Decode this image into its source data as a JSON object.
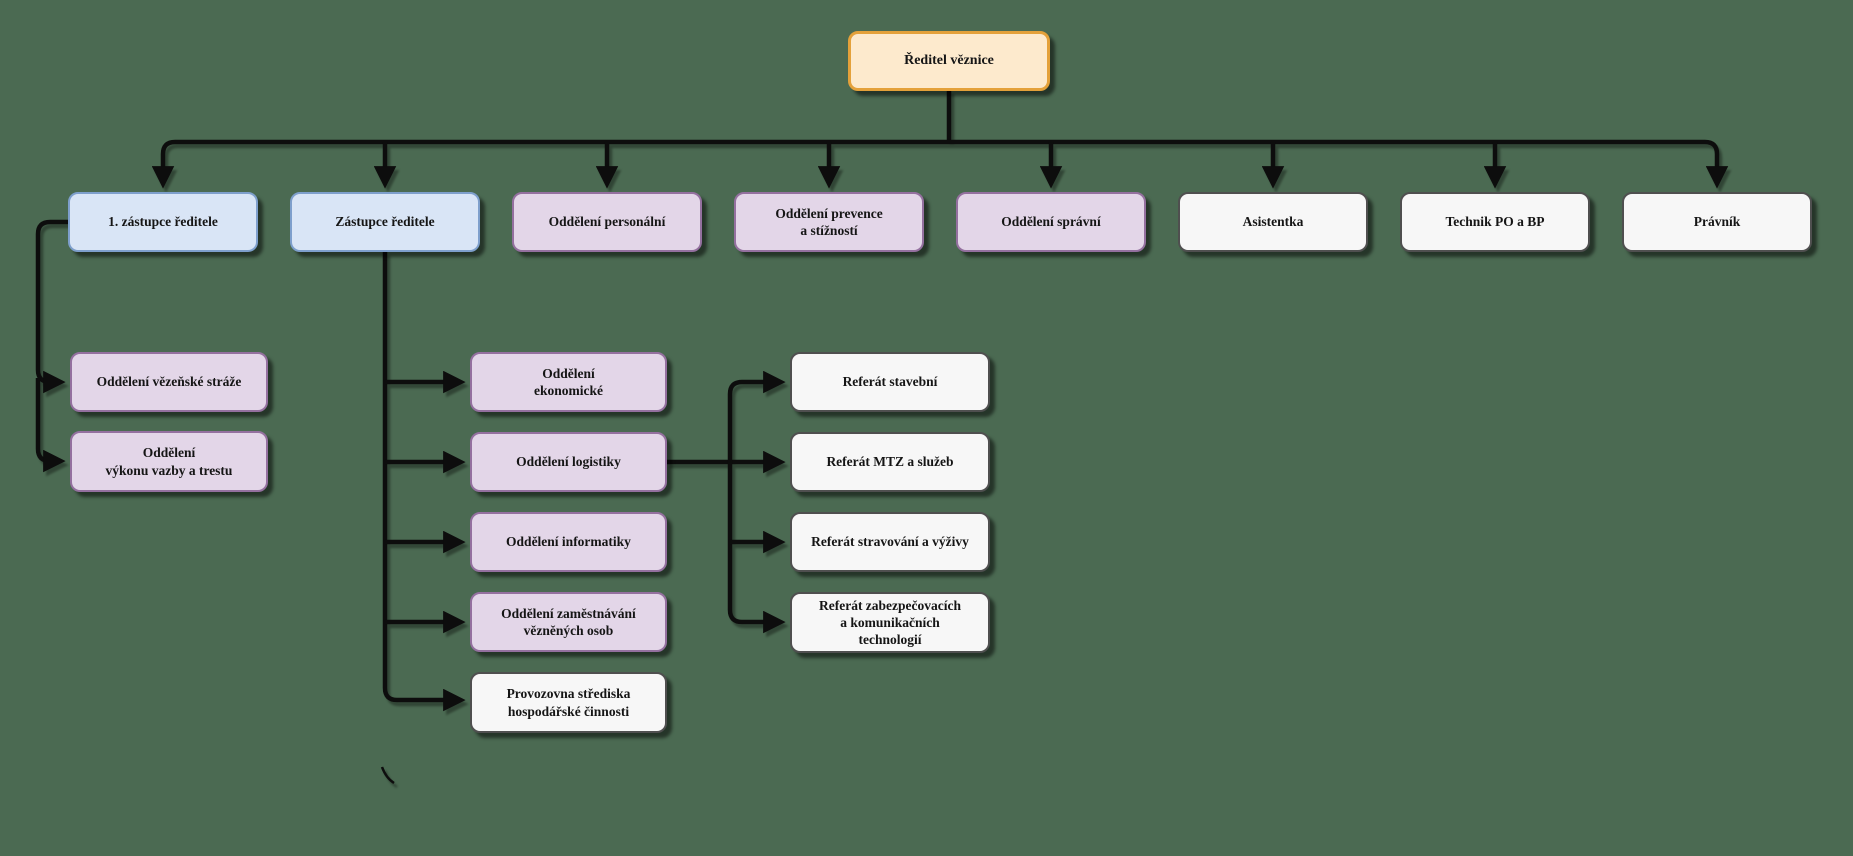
{
  "org_chart": {
    "root": {
      "label": "Ředitel věznice",
      "style": "orange"
    },
    "level1": [
      {
        "label": "1. zástupce ředitele",
        "style": "blue"
      },
      {
        "label": "Zástupce ředitele",
        "style": "blue"
      },
      {
        "label": "Oddělení personální",
        "style": "purple"
      },
      {
        "label": "Oddělení prevence\na stížností",
        "style": "purple"
      },
      {
        "label": "Oddělení správní",
        "style": "purple"
      },
      {
        "label": "Asistentka",
        "style": "white"
      },
      {
        "label": "Technik PO a BP",
        "style": "white"
      },
      {
        "label": "Právník",
        "style": "white"
      }
    ],
    "first_deputy_children": [
      {
        "label": "Oddělení vězeňské stráže",
        "style": "purple"
      },
      {
        "label": "Oddělení\nvýkonu vazby a trestu",
        "style": "purple"
      }
    ],
    "deputy_children": [
      {
        "label": "Oddělení\nekonomické",
        "style": "purple"
      },
      {
        "label": "Oddělení logistiky",
        "style": "purple"
      },
      {
        "label": "Oddělení informatiky",
        "style": "purple"
      },
      {
        "label": "Oddělení zaměstnávání\nvězněných osob",
        "style": "purple"
      },
      {
        "label": "Provozovna střediska\nhospodářské činnosti",
        "style": "white"
      }
    ],
    "logistics_children": [
      {
        "label": "Referát stavební",
        "style": "white"
      },
      {
        "label": "Referát MTZ a služeb",
        "style": "white"
      },
      {
        "label": "Referát stravování a výživy",
        "style": "white"
      },
      {
        "label": "Referát zabezpečovacích\na komunikačních\ntechnologií",
        "style": "white"
      }
    ]
  },
  "colors": {
    "background": "#4b6a52",
    "connector": "#0d0d0d",
    "root_fill": "#fdeacd",
    "root_border": "#e4a13a",
    "blue_fill": "#d9e5f6",
    "blue_border": "#7e9fcc",
    "purple_fill": "#e3d6e8",
    "purple_border": "#94709f",
    "white_fill": "#f7f7f7",
    "white_border": "#4f4f4f",
    "text": "#151515"
  }
}
